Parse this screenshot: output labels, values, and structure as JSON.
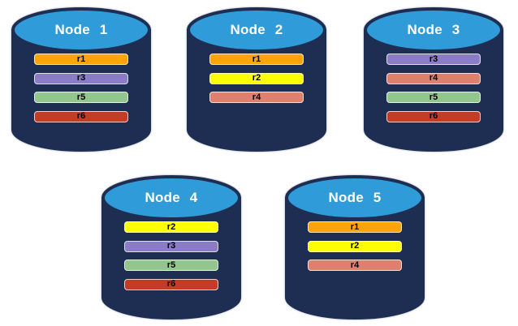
{
  "colors": {
    "background": "#ffffff",
    "cylinder_body": "#1e2e52",
    "cylinder_top": "#2f9bd8",
    "title_text": "#ffffff",
    "bar_text": "#000000"
  },
  "replica_colors": {
    "r1": "#ffa30a",
    "r2": "#feff00",
    "r3": "#8b7cc8",
    "r4": "#df806e",
    "r5": "#92c68c",
    "r6": "#c23c26"
  },
  "nodes": [
    {
      "title": "Node 1",
      "replicas": [
        "r1",
        "r3",
        "r5",
        "r6"
      ]
    },
    {
      "title": "Node 2",
      "replicas": [
        "r1",
        "r2",
        "r4"
      ]
    },
    {
      "title": "Node 3",
      "replicas": [
        "r3",
        "r4",
        "r5",
        "r6"
      ]
    },
    {
      "title": "Node 4",
      "replicas": [
        "r2",
        "r3",
        "r5",
        "r6"
      ]
    },
    {
      "title": "Node 5",
      "replicas": [
        "r1",
        "r2",
        "r4"
      ]
    }
  ]
}
